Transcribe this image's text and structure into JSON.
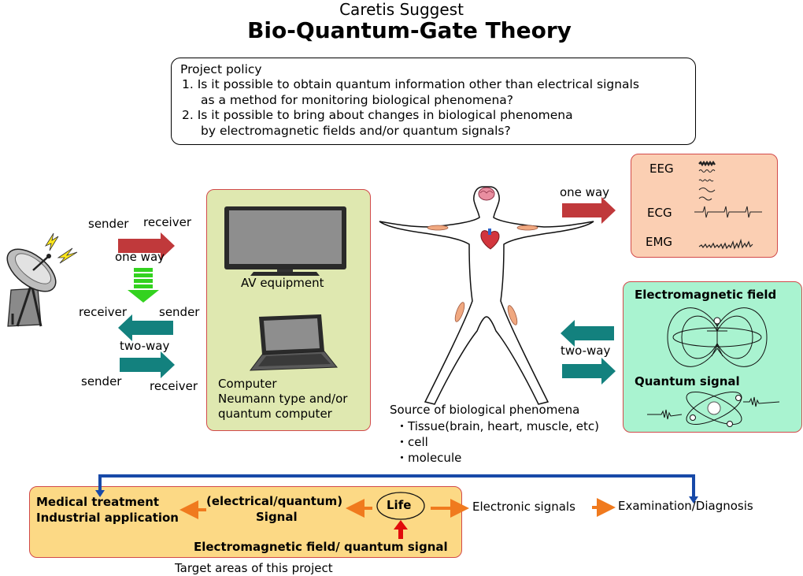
{
  "header": {
    "subtitle": "Caretis Suggest",
    "title": "Bio-Quantum-Gate Theory"
  },
  "policy": {
    "heading": "Project policy",
    "items": [
      "1. Is it possible to obtain quantum information other than electrical signals",
      "as a method for monitoring biological phenomena?",
      "2. Is it possible to bring about changes in biological phenomena",
      "by electromagnetic fields and/or quantum signals?"
    ]
  },
  "left": {
    "sender_top": "sender",
    "receiver_top": "receiver",
    "one_way": "one way",
    "receiver_mid": "receiver",
    "sender_mid": "sender",
    "two_way": "two-way",
    "sender_bottom": "sender",
    "receiver_bottom": "receiver"
  },
  "av_panel": {
    "av_label": "AV equipment",
    "computer_lines": [
      "Computer",
      "Neumann type and/or",
      "quantum computer"
    ]
  },
  "body": {
    "source_heading": "Source of biological phenomena",
    "source_items": [
      "・Tissue(brain, heart, muscle, etc)",
      "・cell",
      "・molecule"
    ]
  },
  "right": {
    "one_way": "one way",
    "two_way": "two-way",
    "eeg": "EEG",
    "ecg": "ECG",
    "emg": "EMG",
    "em_field": "Electromagnetic field",
    "quantum_signal": "Quantum signal"
  },
  "bottom": {
    "medical": "Medical treatment",
    "industrial": "Industrial application",
    "signal_top": "(electrical/quantum)",
    "signal_bottom": "Signal",
    "life": "Life",
    "em_quantum": "Electromagnetic field/ quantum signal",
    "electronic": "Electronic signals",
    "exam": "Examination/Diagnosis",
    "target": "Target areas of this project"
  },
  "colors": {
    "red_arrow": "#c0393b",
    "teal_arrow": "#13817e",
    "green_arrow": "#33d21f",
    "orange_arrow": "#f07a1e",
    "blue_line": "#1749a8",
    "panel_border": "#d24a4a"
  }
}
